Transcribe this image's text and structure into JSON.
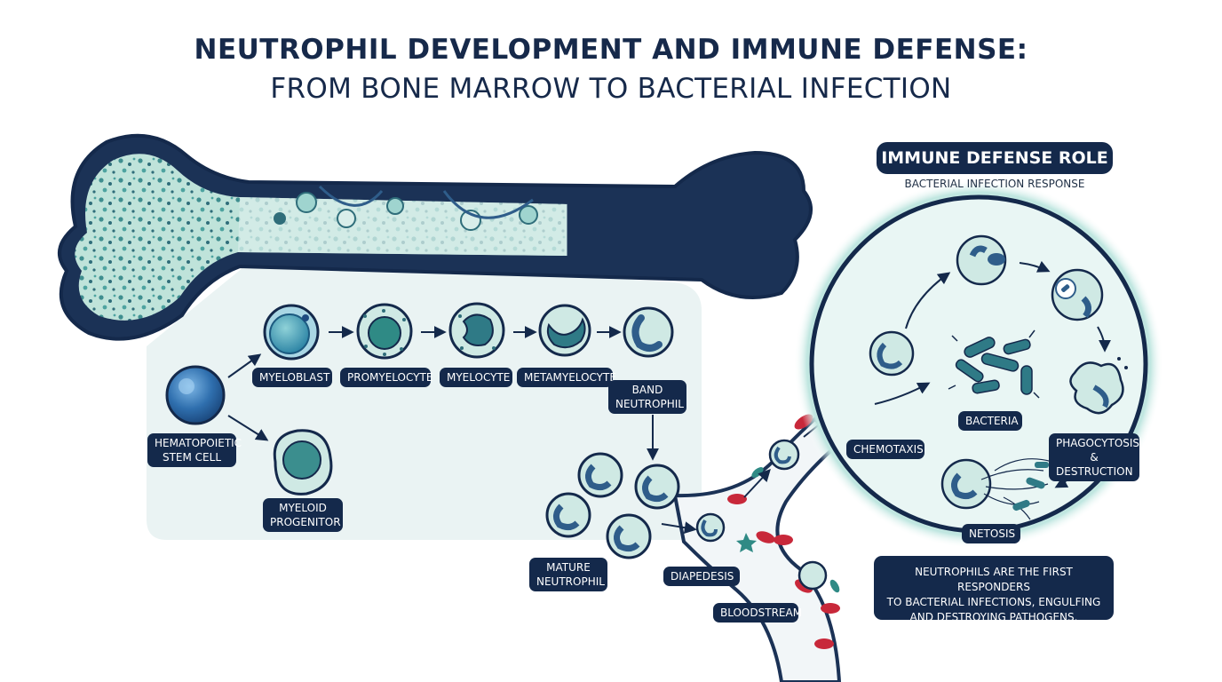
{
  "header": {
    "title": "NEUTROPHIL DEVELOPMENT AND IMMUNE DEFENSE:",
    "subtitle": "FROM BONE MARROW TO BACTERIAL INFECTION"
  },
  "stages": {
    "hsc": "HEMATOPOIETIC\nSTEM CELL",
    "myeloid_progenitor": "MYELOID\nPROGENITOR",
    "myeloblast": "MYELOBLAST",
    "promyelocyte": "PROMYELOCYTE",
    "myelocyte": "MYELOCYTE",
    "metamyelocyte": "METAMYELOCYTE",
    "band": "BAND\nNEUTROPHIL",
    "mature": "MATURE\nNEUTROPHIL",
    "diapedesis": "DIAPEDESIS",
    "bloodstream": "BLOODSTREAM"
  },
  "immune": {
    "heading": "IMMUNE DEFENSE ROLE",
    "subheading": "BACTERIAL INFECTION RESPONSE",
    "chemotaxis": "CHEMOTAXIS",
    "bacteria": "BACTERIA",
    "phagocytosis": "PHAGOCYTOSIS\n& DESTRUCTION",
    "netosis": "NETOSIS",
    "summary": "NEUTROPHILS ARE THE FIRST RESPONDERS\nTO BACTERIAL INFECTIONS, ENGULFING\nAND DESTROYING PATHOGENS."
  },
  "colors": {
    "navy": "#14294b",
    "teal": "#4aa89c",
    "light_teal": "#cfe9e4",
    "blood_red": "#c8283a",
    "panel": "#eaf3f3"
  }
}
